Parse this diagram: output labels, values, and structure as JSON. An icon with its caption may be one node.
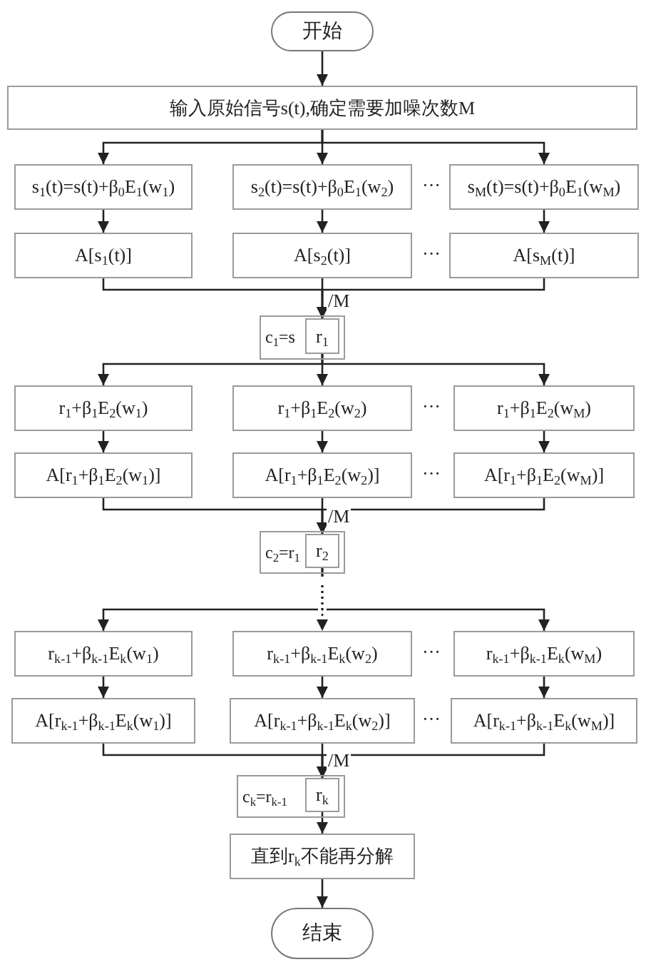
{
  "diagram": {
    "nodes": [
      {
        "text": [
          "开始"
        ]
      },
      {
        "text": [
          "输入原始信号s(t),确定需要加噪次数M"
        ]
      },
      {
        "text": [
          "s$_{1}$(t)=s(t)+β$_{0}$E$_{1}$(w$_{1}$)"
        ]
      },
      {
        "text": [
          "s$_{2}$(t)=s(t)+β$_{0}$E$_{1}$(w$_{2}$)"
        ]
      },
      {
        "text": [
          "s$_{M}$(t)=s(t)+β$_{0}$E$_{1}$(w$_{M}$)"
        ]
      },
      {
        "text": [
          "A[s$_{1}$(t)]"
        ]
      },
      {
        "text": [
          "A[s$_{2}$(t)]"
        ]
      },
      {
        "text": [
          "A[s$_{M}$(t)]"
        ]
      },
      {
        "text": [
          "c$_{1}$=s"
        ]
      },
      {
        "text": [
          "r$_{1}$"
        ],
        "in": 8
      },
      {
        "text": [
          "r$_{1}$+β$_{1}$E$_{2}$(w$_{1}$)"
        ]
      },
      {
        "text": [
          "r$_{1}$+β$_{1}$E$_{2}$(w$_{2}$)"
        ]
      },
      {
        "text": [
          "r$_{1}$+β$_{1}$E$_{2}$(w$_{M}$)"
        ]
      },
      {
        "text": [
          "A[r$_{1}$+β$_{1}$E$_{2}$(w$_{1}$)]"
        ]
      },
      {
        "text": [
          "A[r$_{1}$+β$_{1}$E$_{2}$(w$_{2}$)]"
        ]
      },
      {
        "text": [
          "A[r$_{1}$+β$_{1}$E$_{2}$(w$_{M}$)]"
        ]
      },
      {
        "text": [
          "c$_{2}$=r$_{1}$"
        ]
      },
      {
        "text": [
          "r$_{2}$"
        ],
        "in": 16
      },
      {
        "text": [
          "r$_{k-1}$+β$_{k-1}$E$_{k}$(w$_{1}$)"
        ]
      },
      {
        "text": [
          "r$_{k-1}$+β$_{k-1}$E$_{k}$(w$_{2}$)"
        ]
      },
      {
        "text": [
          "r$_{k-1}$+β$_{k-1}$E$_{k}$(w$_{M}$)"
        ]
      },
      {
        "text": [
          "A[r$_{k-1}$+β$_{k-1}$E$_{k}$(w$_{1}$)]"
        ]
      },
      {
        "text": [
          "A[r$_{k-1}$+β$_{k-1}$E$_{k}$(w$_{2}$)]"
        ]
      },
      {
        "text": [
          "A[r$_{k-1}$+β$_{k-1}$E$_{k}$(w$_{M}$)]"
        ]
      },
      {
        "text": [
          "c$_{k}$=r$_{k-1}$"
        ]
      },
      {
        "text": [
          "r$_{k}$"
        ],
        "in": 24
      },
      {
        "text": [
          "直到r$_{k}$不能再分解"
        ]
      },
      {
        "text": [
          "结束"
        ]
      }
    ],
    "edges": [
      {
        "from": 0,
        "to": 1,
        "arrow": "to"
      },
      {
        "from": 1,
        "to": 2,
        "arrow": "to"
      },
      {
        "from": 1,
        "to": 3,
        "arrow": "to"
      },
      {
        "from": 1,
        "to": 4,
        "arrow": "to"
      },
      {
        "from": 2,
        "to": 5,
        "arrow": "to"
      },
      {
        "from": 3,
        "to": 6,
        "arrow": "to"
      },
      {
        "from": 4,
        "to": 7,
        "arrow": "to"
      },
      {
        "from": 5,
        "to": 9,
        "arrow": "to"
      },
      {
        "from": 6,
        "to": 9,
        "arrow": "to",
        "label": "/M"
      },
      {
        "from": 7,
        "to": 9,
        "arrow": "to"
      },
      {
        "from": 9,
        "to": 10,
        "arrow": "to"
      },
      {
        "from": 9,
        "to": 11,
        "arrow": "to"
      },
      {
        "from": 9,
        "to": 12,
        "arrow": "to"
      },
      {
        "from": 10,
        "to": 13,
        "arrow": "to"
      },
      {
        "from": 11,
        "to": 14,
        "arrow": "to"
      },
      {
        "from": 12,
        "to": 15,
        "arrow": "to"
      },
      {
        "from": 13,
        "to": 17,
        "arrow": "to"
      },
      {
        "from": 14,
        "to": 17,
        "arrow": "to",
        "label": "/M"
      },
      {
        "from": 15,
        "to": 17,
        "arrow": "to"
      },
      {
        "from": 17,
        "to": 18,
        "arrow": "to",
        "style": "dashed"
      },
      {
        "from": 17,
        "to": 19,
        "arrow": "to",
        "style": "dashed"
      },
      {
        "from": 17,
        "to": 20,
        "arrow": "to",
        "style": "dashed"
      },
      {
        "from": 18,
        "to": 21,
        "arrow": "to"
      },
      {
        "from": 19,
        "to": 22,
        "arrow": "to"
      },
      {
        "from": 20,
        "to": 23,
        "arrow": "to"
      },
      {
        "from": 21,
        "to": 25,
        "arrow": "to"
      },
      {
        "from": 22,
        "to": 25,
        "arrow": "to",
        "label": "/M"
      },
      {
        "from": 23,
        "to": 25,
        "arrow": "to"
      },
      {
        "from": 25,
        "to": 26,
        "arrow": "to"
      },
      {
        "from": 26,
        "to": 27,
        "arrow": "to"
      }
    ],
    "labels": [
      "···",
      "···",
      "···",
      "···",
      "···",
      "···"
    ]
  }
}
